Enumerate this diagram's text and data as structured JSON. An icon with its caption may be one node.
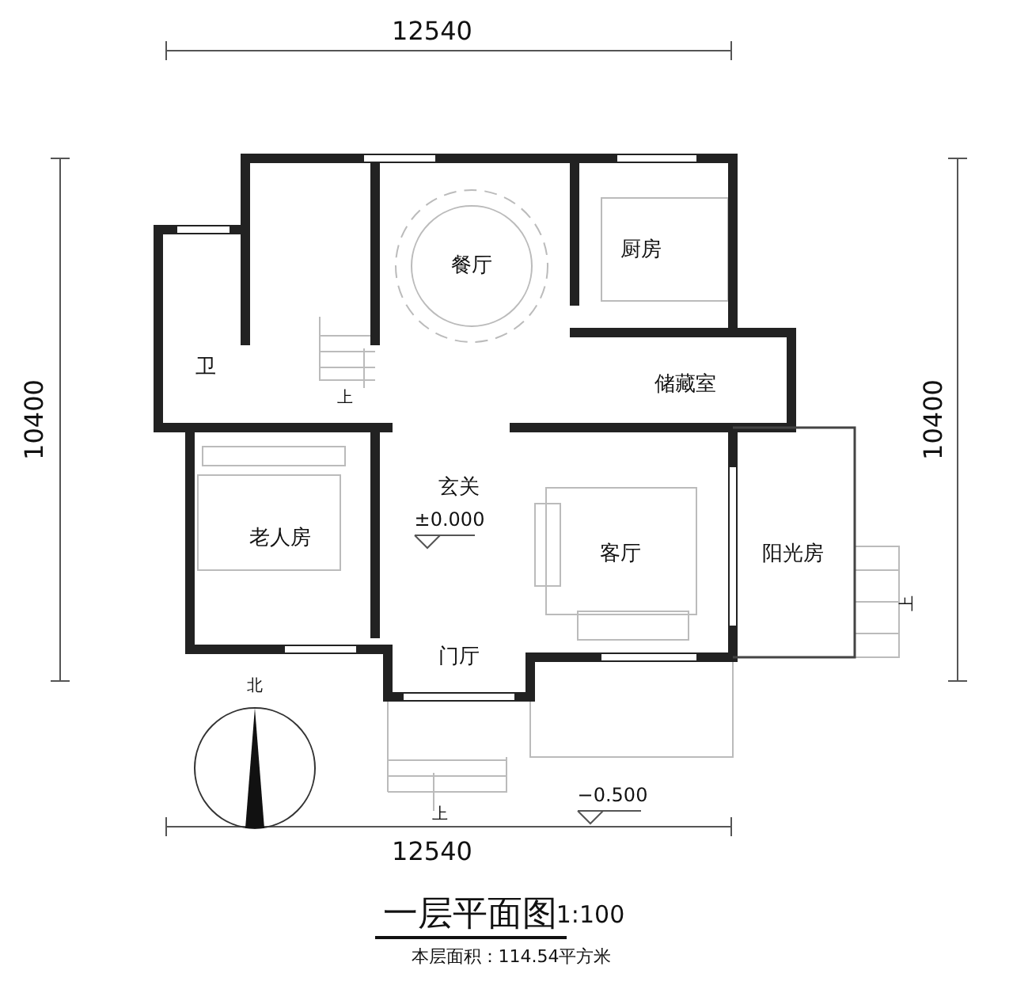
{
  "diagram": {
    "title": "一层平面图",
    "labels": [
      "12540",
      "餐厅",
      "厨房",
      "卫",
      "储藏室",
      "上",
      "10400",
      "10400",
      "玄关",
      "±0.000",
      "老人房",
      "客厅",
      "阳光房",
      "上",
      "门厅",
      "北",
      "上",
      "−0.500",
      "12540",
      "1:100",
      "本层面积：114.54平方米"
    ]
  }
}
